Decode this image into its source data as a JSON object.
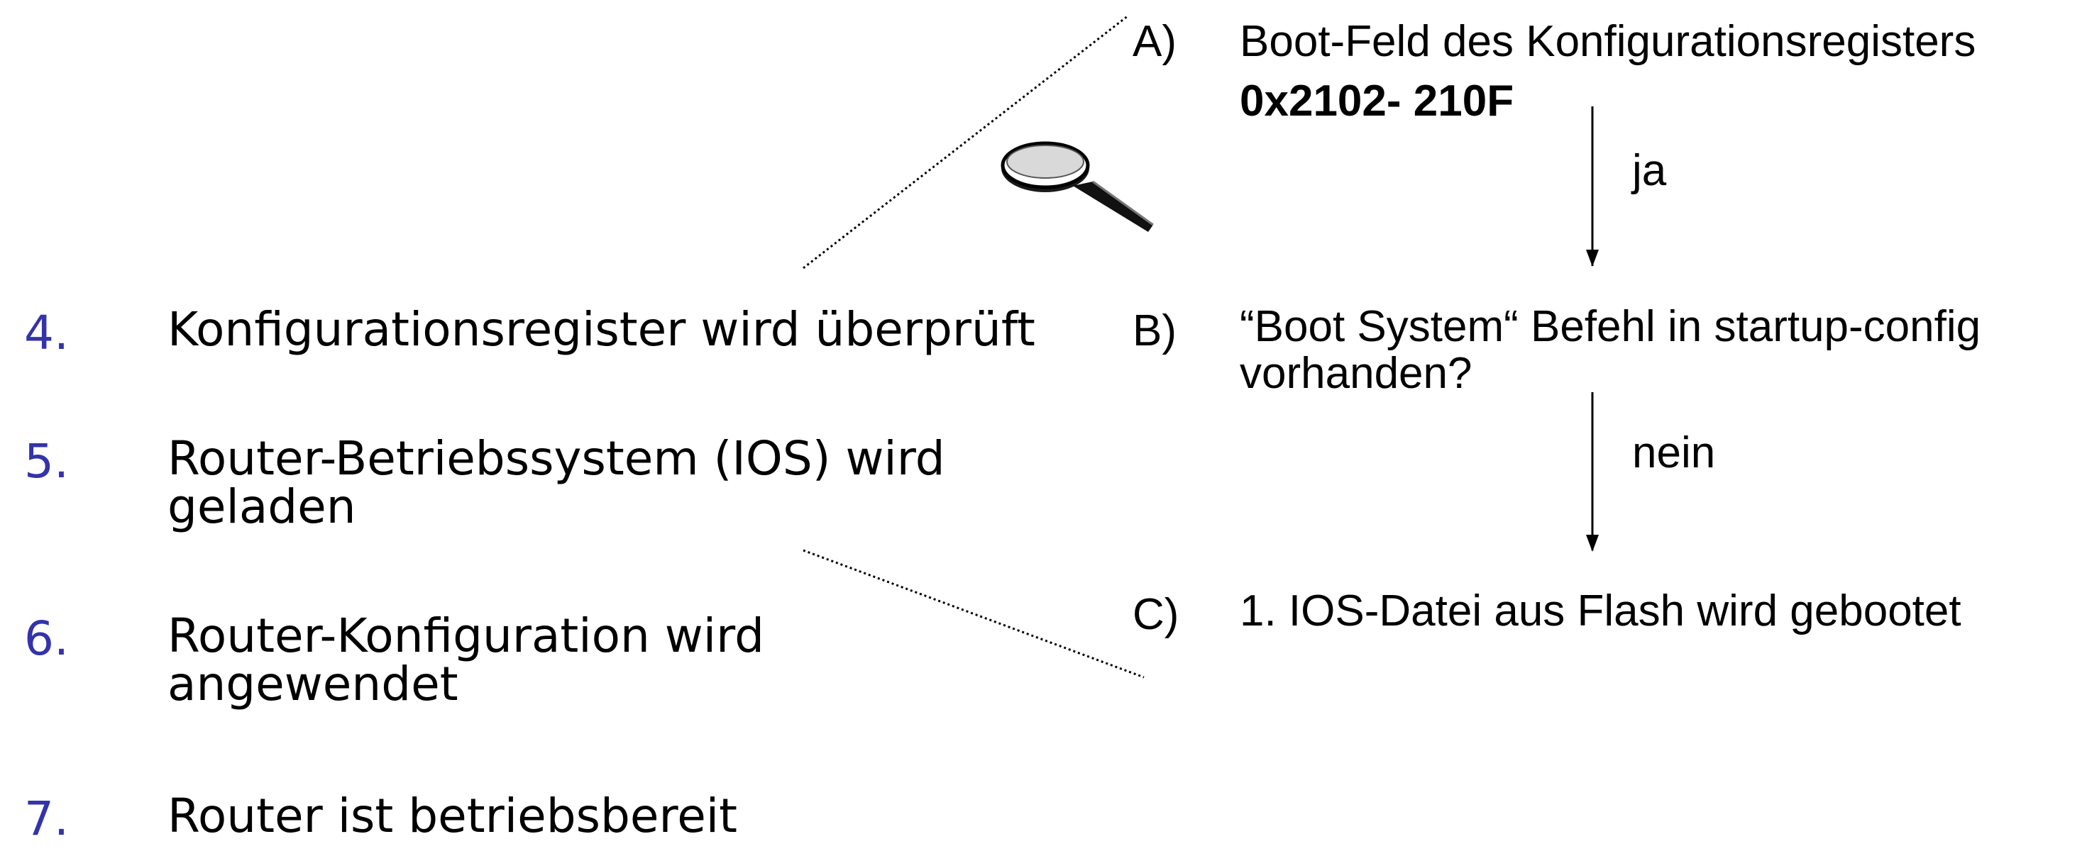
{
  "steps": [
    {
      "num": "4.",
      "text": "Konfigurationsregister wird überprüft"
    },
    {
      "num": "5.",
      "text": "Router-Betriebssystem (IOS) wird\ngeladen"
    },
    {
      "num": "6.",
      "text": "Router-Konfiguration wird\nangewendet"
    },
    {
      "num": "7.",
      "text": "Router ist betriebsbereit"
    }
  ],
  "options": [
    {
      "label": "A)",
      "text": "Boot-Feld des Konfigurationsregisters",
      "bold": "0x2102- 210F"
    },
    {
      "label": "B)",
      "text": "“Boot System“ Befehl in startup-config\nvorhanden?"
    },
    {
      "label": "C)",
      "text": "1. IOS-Datei aus Flash wird gebootet"
    }
  ],
  "edges": [
    {
      "from": "A",
      "to": "B",
      "label": "ja"
    },
    {
      "from": "B",
      "to": "C",
      "label": "nein"
    }
  ],
  "icons": {
    "zoom": "magnifying-glass-icon"
  },
  "colors": {
    "step_number": "#3333aa",
    "text": "#000000"
  }
}
